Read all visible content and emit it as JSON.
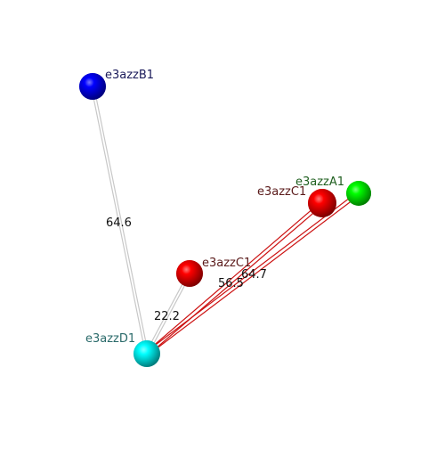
{
  "atoms": [
    {
      "id": "B1",
      "label": "e3azzB1",
      "color": "#0000ff",
      "label_color": "#1a1a5a"
    },
    {
      "id": "C1a",
      "label": "e3azzC1",
      "color": "#ff0000",
      "label_color": "#5a1a1a"
    },
    {
      "id": "A1",
      "label": "e3azzA1",
      "color": "#00ff00",
      "label_color": "#1f5f1f"
    },
    {
      "id": "C1b",
      "label": "e3azzC1",
      "color": "#ff0000",
      "label_color": "#5a1a1a"
    },
    {
      "id": "D1",
      "label": "e3azzD1",
      "color": "#00ffff",
      "label_color": "#2a6a6a"
    }
  ],
  "measurements": [
    {
      "from": "D1",
      "to": "B1",
      "distance": "64.6",
      "line_color": "#c8c8c8"
    },
    {
      "from": "D1",
      "to": "C1b",
      "distance": "22.2",
      "line_color": "#c8c8c8"
    },
    {
      "from": "D1",
      "to": "C1a",
      "distance": "56.5",
      "line_color": "#cc1111"
    },
    {
      "from": "D1",
      "to": "A1",
      "distance": "64.7",
      "line_color": "#cc1111"
    }
  ]
}
